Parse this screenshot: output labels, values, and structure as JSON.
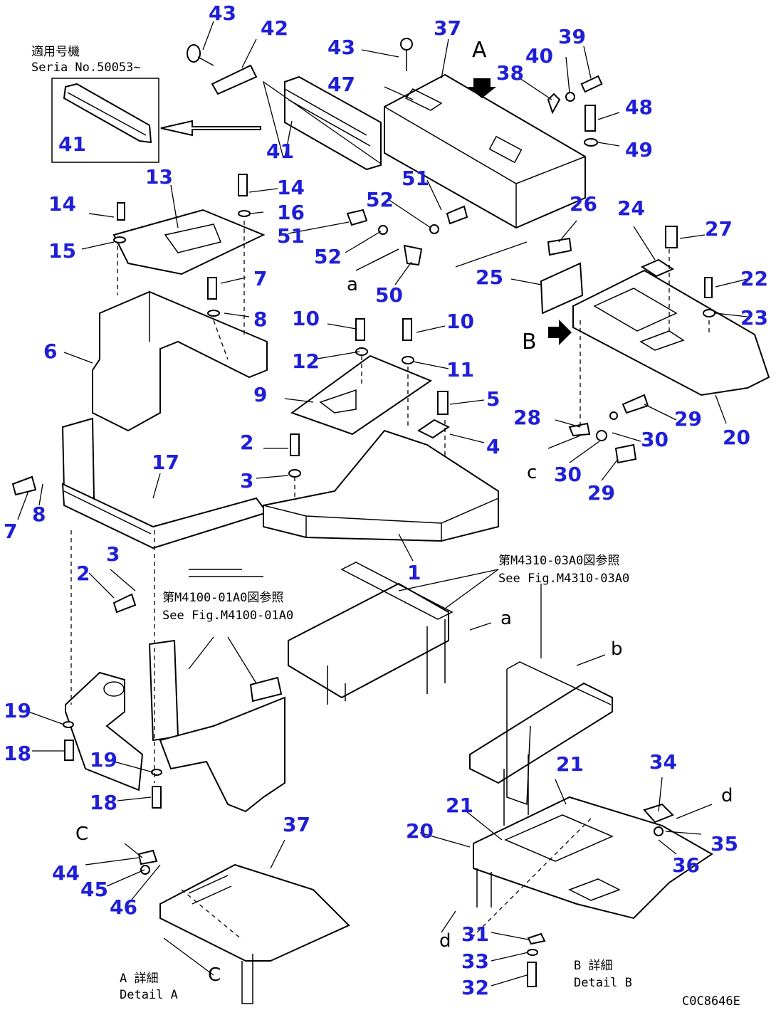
{
  "texts": {
    "serial_jp": "適用号機",
    "serial_no": "Seria  No.50053~",
    "ref_top_jp": "第M4310-03A0図参照",
    "ref_top_en": "See Fig.M4310-03A0",
    "ref_mid_jp": "第M4100-01A0図参照",
    "ref_mid_en": "See Fig.M4100-01A0",
    "detail_a_jp": "A 詳細",
    "detail_a_en": "Detail A",
    "detail_b_jp": "B 詳細",
    "detail_b_en": "Detail B",
    "drawing_code": "C0C8646E"
  },
  "view_letters": {
    "A": "A",
    "B": "B",
    "a_top": "a",
    "a_mid": "a",
    "b_mid": "b",
    "c_right": "c",
    "C_top": "C",
    "C_bottom": "C",
    "d_right": "d",
    "d_bottom": "d"
  },
  "callouts": {
    "c43a": "43",
    "c42": "42",
    "c37a": "37",
    "c43b": "43",
    "c40": "40",
    "c39": "39",
    "c47": "47",
    "c38": "38",
    "c48": "48",
    "c41a": "41",
    "c41b": "41",
    "c49": "49",
    "c13": "13",
    "c14a": "14",
    "c14b": "14",
    "c16": "16",
    "c51a": "51",
    "c52a": "52",
    "c15": "15",
    "c51b": "51",
    "c52b": "52",
    "c26": "26",
    "c24": "24",
    "c27": "27",
    "c7a": "7",
    "c8a": "8",
    "c50": "50",
    "c25": "25",
    "c22": "22",
    "c23": "23",
    "c10a": "10",
    "c10b": "10",
    "c6": "6",
    "c12": "12",
    "c11": "11",
    "c9": "9",
    "c5": "5",
    "c28": "28",
    "c29a": "29",
    "c30a": "30",
    "c20a": "20",
    "c4": "4",
    "c2a": "2",
    "c17": "17",
    "c3a": "3",
    "c30b": "30",
    "c29b": "29",
    "c7b": "7",
    "c8b": "8",
    "c1": "1",
    "c3b": "3",
    "c2b": "2",
    "c19a": "19",
    "c18a": "18",
    "c19b": "19",
    "c18b": "18",
    "c21a": "21",
    "c34": "34",
    "c21b": "21",
    "c20b": "20",
    "c37b": "37",
    "c35": "35",
    "c36": "36",
    "c44": "44",
    "c45": "45",
    "c46": "46",
    "c31": "31",
    "c33": "33",
    "c32": "32"
  },
  "arrow_color": "#000000",
  "callout_color": "#1f1fd8"
}
